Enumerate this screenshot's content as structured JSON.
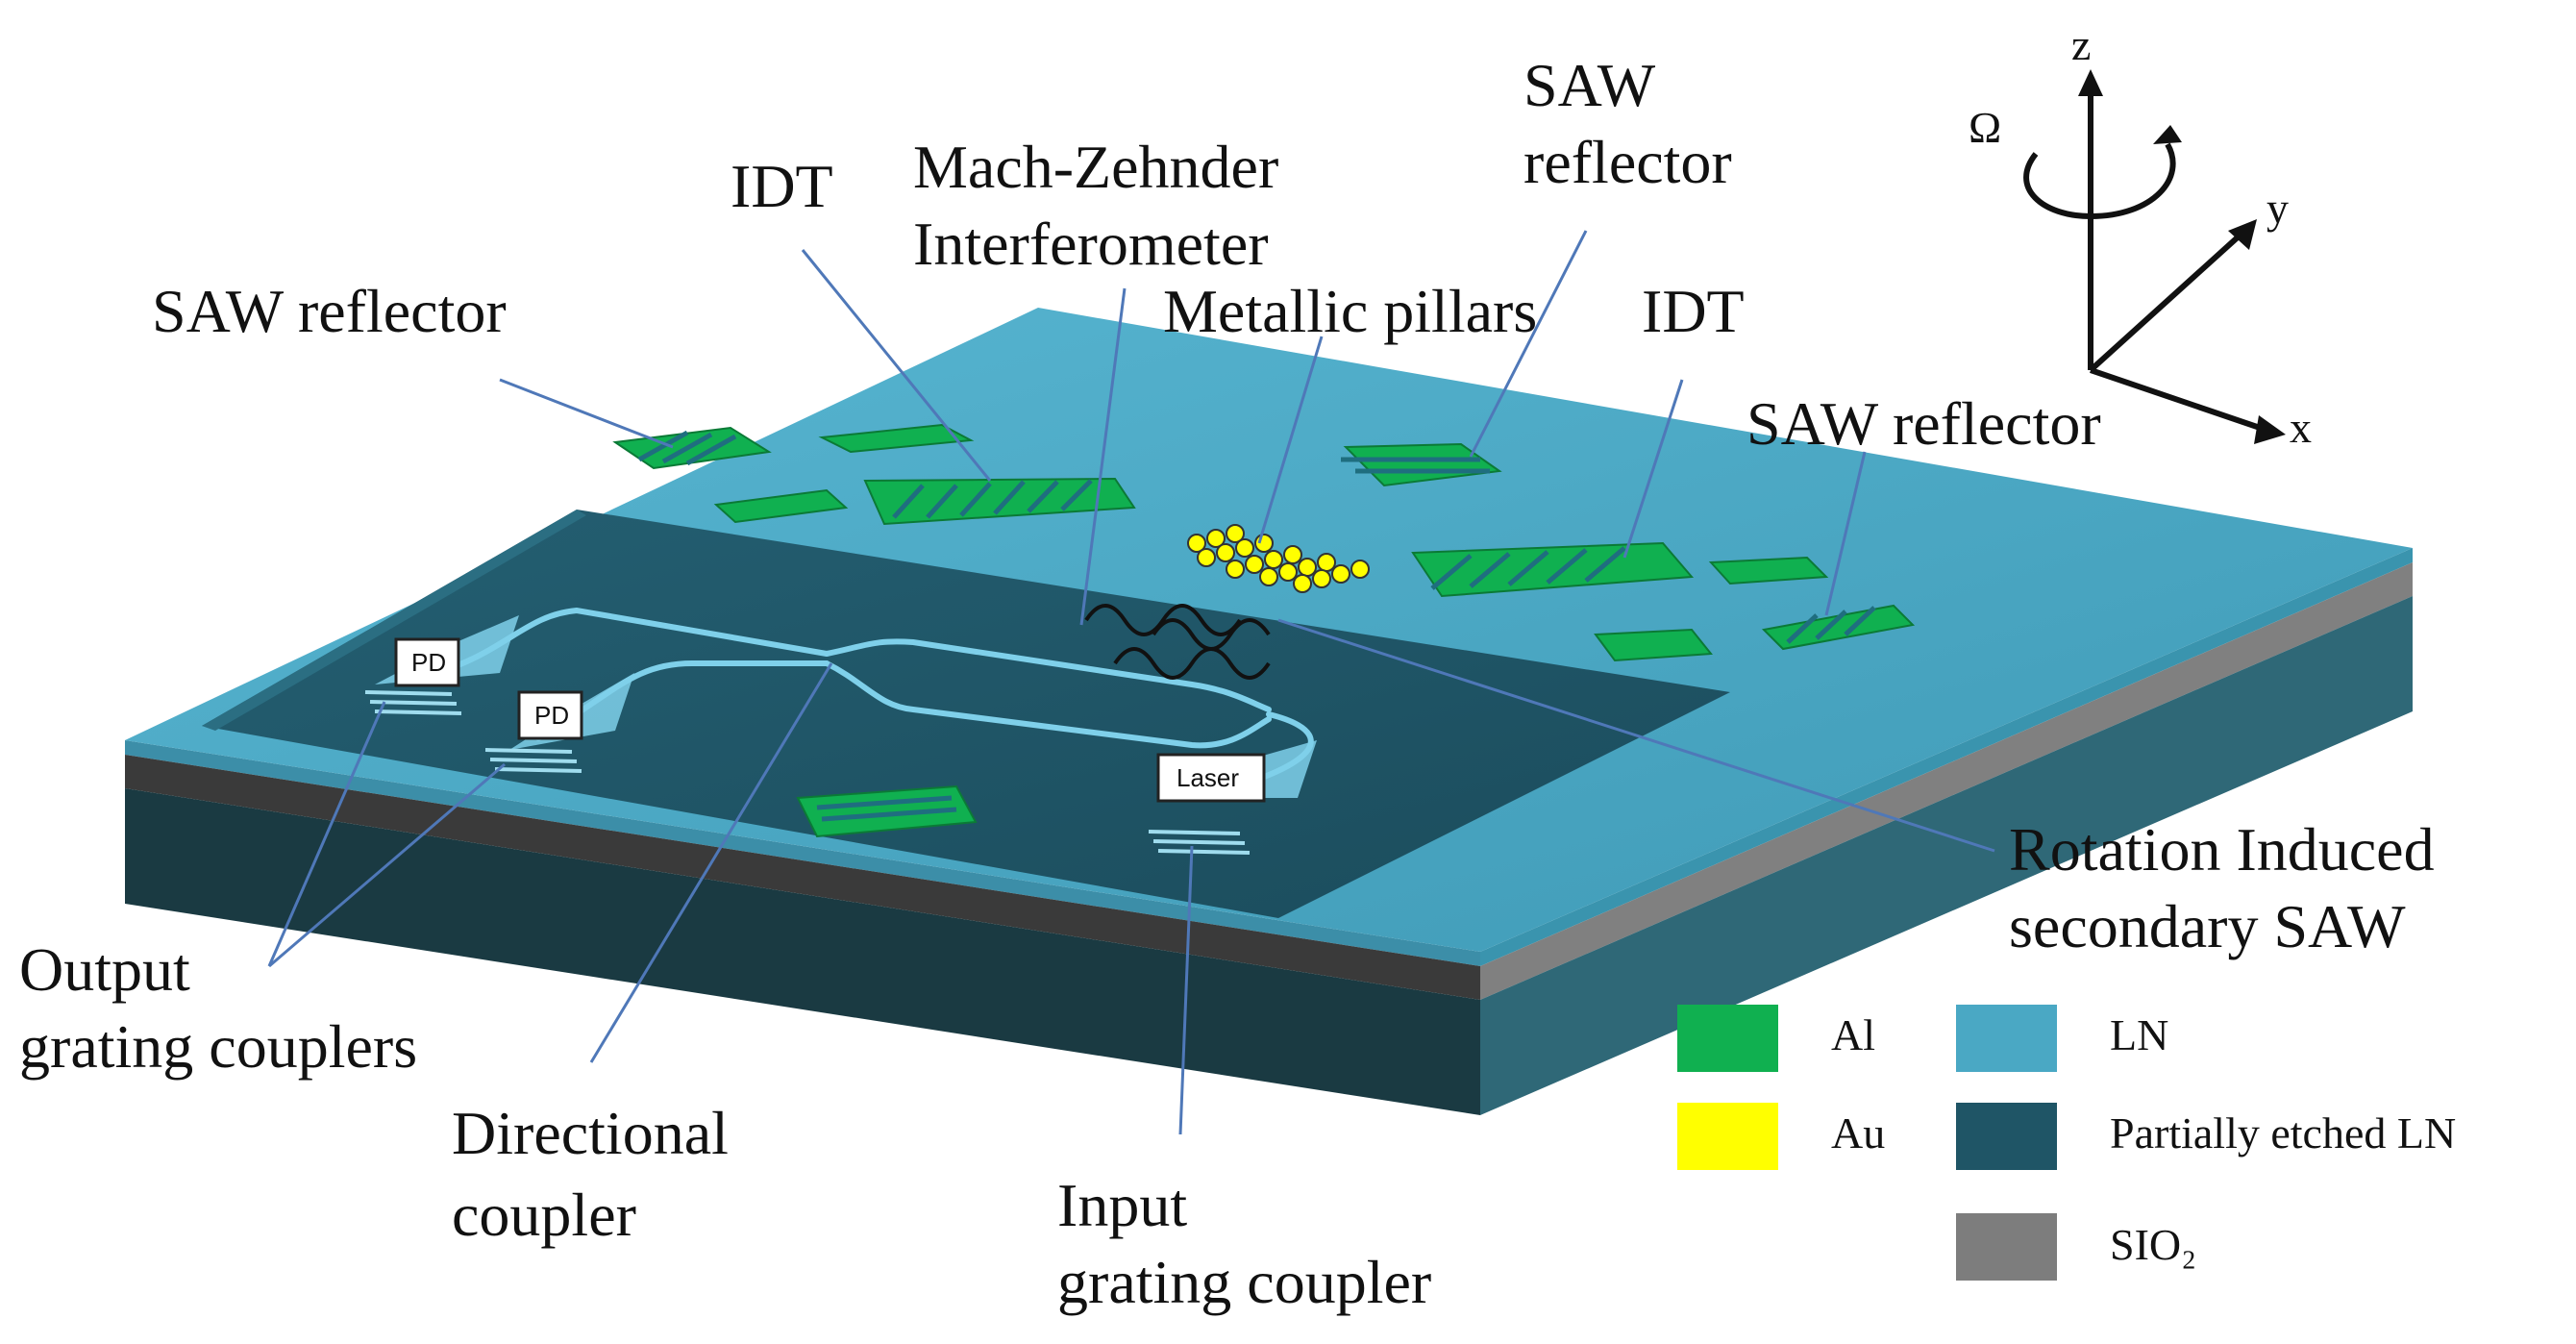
{
  "labels": {
    "idt_left": "IDT",
    "mzi_line1": "Mach-Zehnder",
    "mzi_line2": "Interferometer",
    "saw_reflector_top_line1": "SAW",
    "saw_reflector_top_line2": "reflector",
    "saw_reflector_left": "SAW reflector",
    "metallic_pillars": "Metallic pillars",
    "idt_right": "IDT",
    "saw_reflector_right": "SAW reflector",
    "rotation_line1": "Rotation Induced",
    "rotation_line2": "secondary SAW",
    "output_line1": "Output",
    "output_line2": "grating couplers",
    "directional_line1": "Directional",
    "directional_line2": "coupler",
    "input_line1": "Input",
    "input_line2": "grating coupler"
  },
  "device_tags": {
    "pd_1": "PD",
    "pd_2": "PD",
    "laser": "Laser"
  },
  "axes": {
    "z": "z",
    "y": "y",
    "x": "x",
    "omega": "Ω"
  },
  "legend": [
    {
      "label": "Al",
      "color": "#10b050"
    },
    {
      "label": "Au",
      "color": "#ffff00"
    },
    {
      "label": "LN",
      "color": "#4aa8c4"
    },
    {
      "label": "Partially etched LN",
      "color": "#1f5566"
    },
    {
      "label": "SIO₂",
      "color": "#7d7d7d"
    }
  ],
  "colors": {
    "ln_surface": "#4aa8c4",
    "etched_ln": "#1f5566",
    "sio2_layer": "#7d7d7d",
    "substrate": "#1a3d46",
    "aluminum": "#10b050",
    "gold": "#ffff00",
    "waveguide": "#7fd0ea"
  }
}
